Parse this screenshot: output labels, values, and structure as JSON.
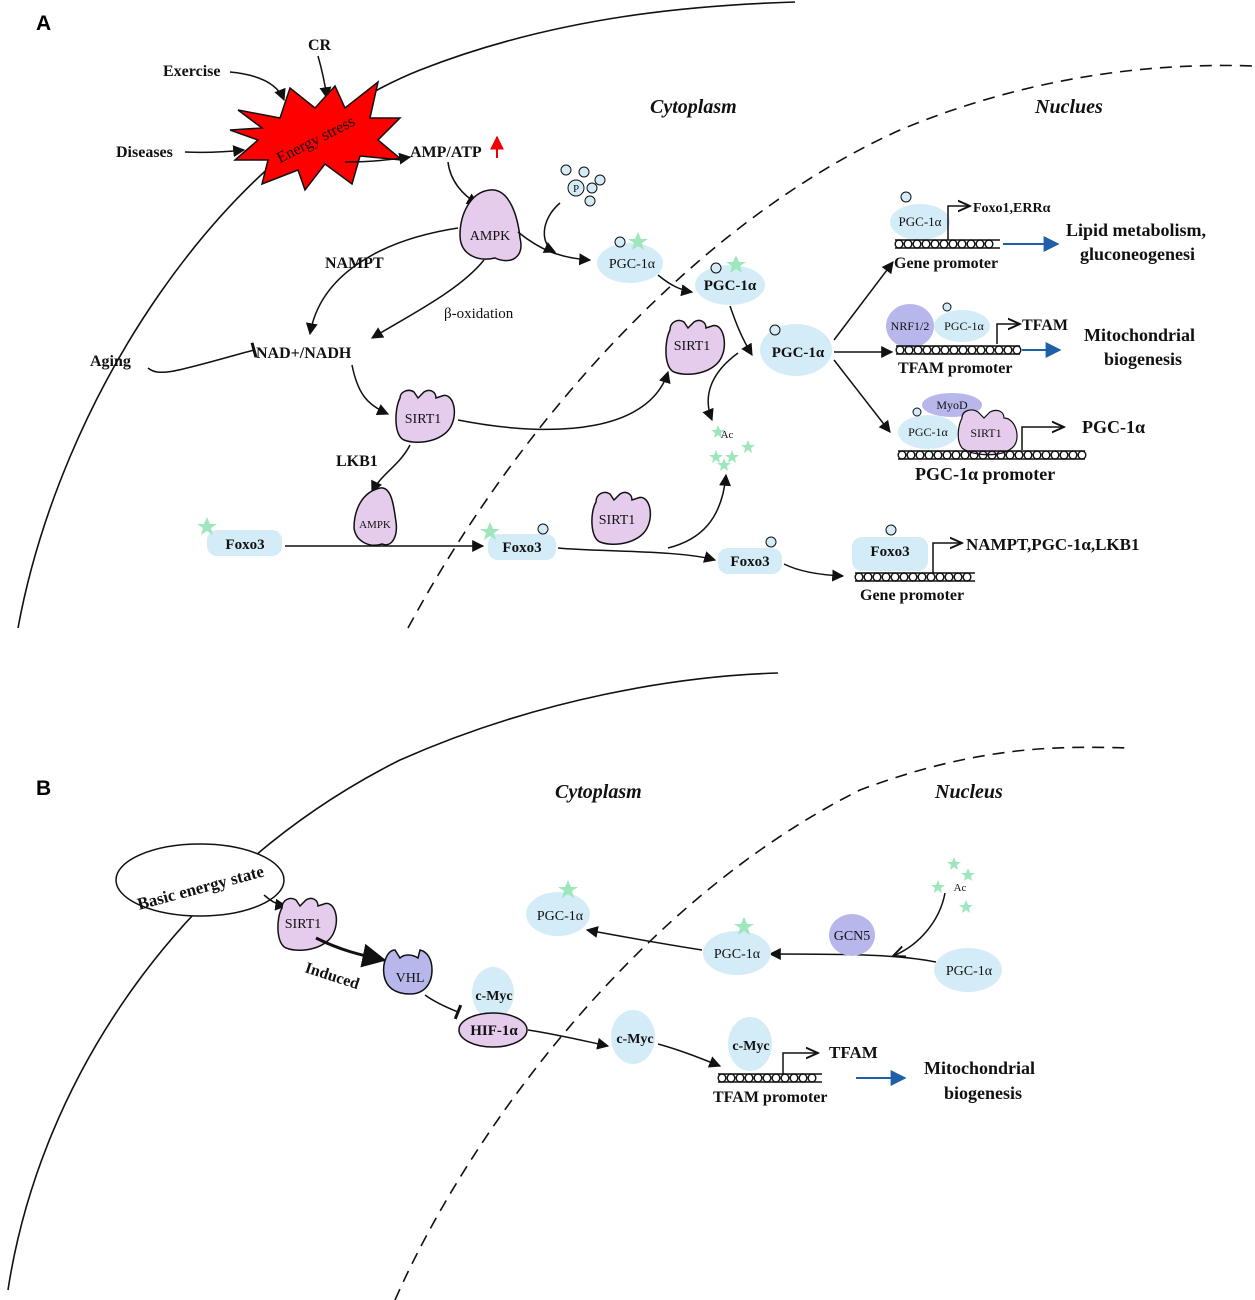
{
  "panelA": {
    "letter": "A",
    "compartments": {
      "cytoplasm": "Cytoplasm",
      "nucleus": "Nuclues"
    },
    "stimuli": {
      "exercise": "Exercise",
      "cr": "CR",
      "diseases": "Diseases",
      "energy_stress": "Energy stress"
    },
    "amp_atp": "AMP/ATP",
    "arrow_up": "↑",
    "ampk": "AMPK",
    "ampk_small": "AMPK",
    "phosphate": "P",
    "nampt": "NAMPT",
    "beta_oxidation": "β-oxidation",
    "nad_nadh": "NAD+/NADH",
    "aging": "Aging",
    "sirt1": "SIRT1",
    "lkb1": "LKB1",
    "foxo3": "Foxo3",
    "pgc1a": "PGC-1α",
    "acetyl": "Ac",
    "gene1": {
      "protein": "PGC-1α",
      "target": "Foxo1,ERRα",
      "promoter": "Gene promoter",
      "outcome_line1": "Lipid metabolism,",
      "outcome_line2": "gluconeogenesi"
    },
    "gene2": {
      "cofactor": "NRF1/2",
      "protein": "PGC-1α",
      "target": "TFAM",
      "promoter": "TFAM promoter",
      "outcome_line1": "Mitochondrial",
      "outcome_line2": "biogenesis"
    },
    "gene3": {
      "cofactor": "MyoD",
      "protein": "PGC-1α",
      "sirt": "SIRT1",
      "target": "PGC-1α",
      "promoter": "PGC-1α promoter"
    },
    "gene4": {
      "protein": "Foxo3",
      "target": "NAMPT,PGC-1α,LKB1",
      "promoter": "Gene promoter"
    }
  },
  "panelB": {
    "letter": "B",
    "compartments": {
      "cytoplasm": "Cytoplasm",
      "nucleus": "Nucleus"
    },
    "basic_energy": "Basic energy state",
    "sirt1": "SIRT1",
    "induced": "Induced",
    "vhl": "VHL",
    "cmyc": "c-Myc",
    "hif1a": "HIF-1α",
    "gcn5": "GCN5",
    "pgc1a": "PGC-1α",
    "acetyl": "Ac",
    "target": "TFAM",
    "promoter": "TFAM promoter",
    "outcome_line1": "Mitochondrial",
    "outcome_line2": "biogenesis"
  },
  "colors": {
    "protein_blue": "#d3ecf7",
    "enzyme_purple": "#e6ccec",
    "cofactor_violet": "#b7b7ec",
    "burst_red": "#ff0000",
    "acetyl_green": "#9ee6bb",
    "outcome_arrow": "#1f5fa8"
  }
}
